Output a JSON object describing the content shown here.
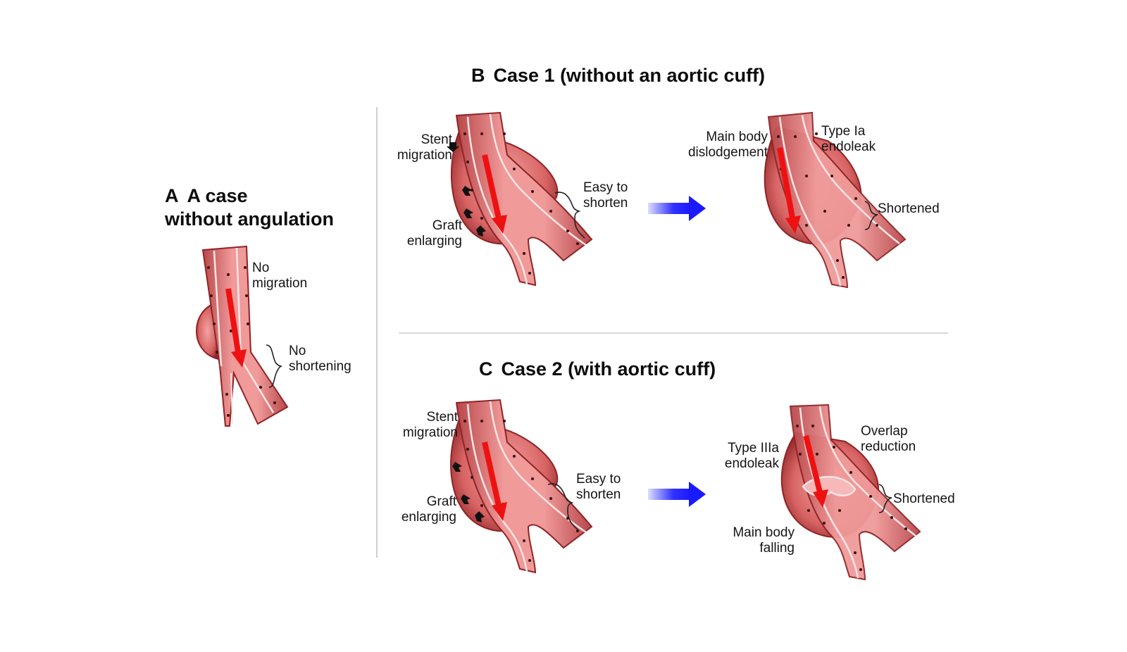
{
  "panel_a": {
    "letter": "A",
    "title_line1": "A case",
    "title_line2": "without angulation",
    "labels": {
      "no_migration_1": "No",
      "no_migration_2": "migration",
      "no_shortening_1": "No",
      "no_shortening_2": "shortening"
    }
  },
  "panel_b": {
    "letter": "B",
    "title": "Case 1 (without an aortic cuff)",
    "before": {
      "stent_migration_1": "Stent",
      "stent_migration_2": "migration",
      "graft_enlarging_1": "Graft",
      "graft_enlarging_2": "enlarging",
      "easy_shorten_1": "Easy to",
      "easy_shorten_2": "shorten"
    },
    "after": {
      "main_body_1": "Main body",
      "main_body_2": "dislodgement",
      "endoleak_1": "Type Ia",
      "endoleak_2": "endoleak",
      "shortened": "Shortened"
    }
  },
  "panel_c": {
    "letter": "C",
    "title": "Case 2 (with aortic cuff)",
    "before": {
      "stent_migration_1": "Stent",
      "stent_migration_2": "migration",
      "graft_enlarging_1": "Graft",
      "graft_enlarging_2": "enlarging",
      "easy_shorten_1": "Easy to",
      "easy_shorten_2": "shorten"
    },
    "after": {
      "endoleak_1": "Type IIIa",
      "endoleak_2": "endoleak",
      "overlap_1": "Overlap",
      "overlap_2": "reduction",
      "shortened": "Shortened",
      "main_body_1": "Main body",
      "main_body_2": "falling"
    }
  },
  "colors": {
    "vessel_fill": "#e98a8a",
    "vessel_dark": "#9b2a2c",
    "flow_arrow": "#ee1111",
    "transition_arrow": "#1a1aff"
  }
}
